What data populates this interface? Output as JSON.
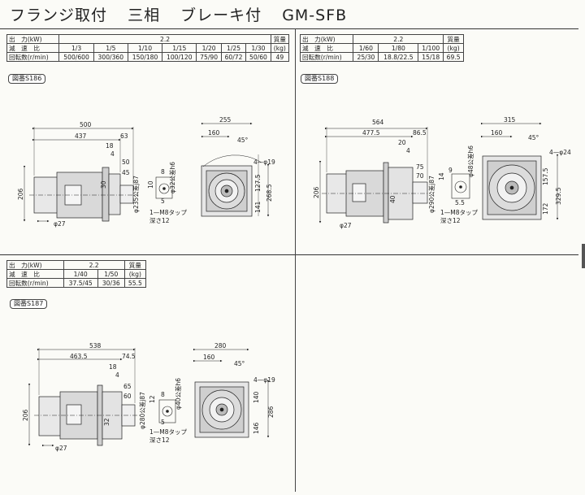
{
  "title": {
    "part1": "フランジ取付",
    "part2": "三相",
    "part3": "ブレーキ付",
    "part4": "GM-SFB"
  },
  "table186": {
    "h_output": "出　力(kW)",
    "output": "2.2",
    "h_weight": "質量",
    "h_ratio": "減　速　比",
    "ratios": [
      "1/3",
      "1/5",
      "1/10",
      "1/15",
      "1/20",
      "1/25",
      "1/30"
    ],
    "weight_unit": "(kg)",
    "h_rpm": "回転数(r/min)",
    "rpms": [
      "500/600",
      "300/360",
      "150/180",
      "100/120",
      "75/90",
      "60/72",
      "50/60"
    ],
    "weight": "49"
  },
  "table188": {
    "h_output": "出　力(kW)",
    "output": "2.2",
    "h_weight": "質量",
    "h_ratio": "減　速　比",
    "ratios": [
      "1/60",
      "1/80",
      "1/100"
    ],
    "weight_unit": "(kg)",
    "h_rpm": "回転数(r/min)",
    "rpms": [
      "25/30",
      "18.8/22.5",
      "15/18"
    ],
    "weight": "69.5"
  },
  "table187": {
    "h_output": "出　力(kW)",
    "output": "2.2",
    "h_weight": "質量",
    "h_ratio": "減　速　比",
    "ratios": [
      "1/40",
      "1/50"
    ],
    "weight_unit": "(kg)",
    "h_rpm": "回転数(r/min)",
    "rpms": [
      "37.5/45",
      "30/36"
    ],
    "weight": "55.5"
  },
  "figs": {
    "f186": "図番S186",
    "f188": "図番S188",
    "f187": "図番S187"
  },
  "dims186": {
    "len": "500",
    "a": "437",
    "b": "63",
    "c": "18",
    "d": "4",
    "e": "50",
    "f": "45",
    "g": "30",
    "h": "206",
    "i": "φ235公差j87",
    "j": "10",
    "k": "8",
    "l": "φ32公差h6",
    "m": "5",
    "n": "φ27",
    "tap": "1—M8タップ",
    "depth": "深さ12",
    "w": "255",
    "w2": "160",
    "ang": "45°",
    "hole": "4—φ19",
    "v1": "127.5",
    "v2": "268.5",
    "v3": "141"
  },
  "dims188": {
    "len": "564",
    "a": "477.5",
    "b": "86.5",
    "c": "20",
    "d": "4",
    "e": "75",
    "f": "70",
    "g": "40",
    "h": "206",
    "i": "φ290公差j87",
    "j": "14",
    "k": "9",
    "l": "φ48公差h6",
    "m": "5.5",
    "n": "φ27",
    "tap": "1—M8タップ",
    "depth": "深さ12",
    "w": "315",
    "w2": "160",
    "ang": "45°",
    "hole": "4—φ24",
    "v1": "157.5",
    "v2": "329.5",
    "v3": "172"
  },
  "dims187": {
    "len": "538",
    "a": "463.5",
    "b": "74.5",
    "c": "18",
    "d": "4",
    "e": "65",
    "f": "60",
    "g": "32",
    "h": "206",
    "i": "φ280公差j87",
    "j": "12",
    "k": "8",
    "l": "φ40公差h6",
    "m": "5",
    "n": "φ27",
    "tap": "1—M8タップ",
    "depth": "深さ12",
    "w": "280",
    "w2": "160",
    "ang": "45°",
    "hole": "4—φ19",
    "v1": "140",
    "v2": "286",
    "v3": "146"
  }
}
